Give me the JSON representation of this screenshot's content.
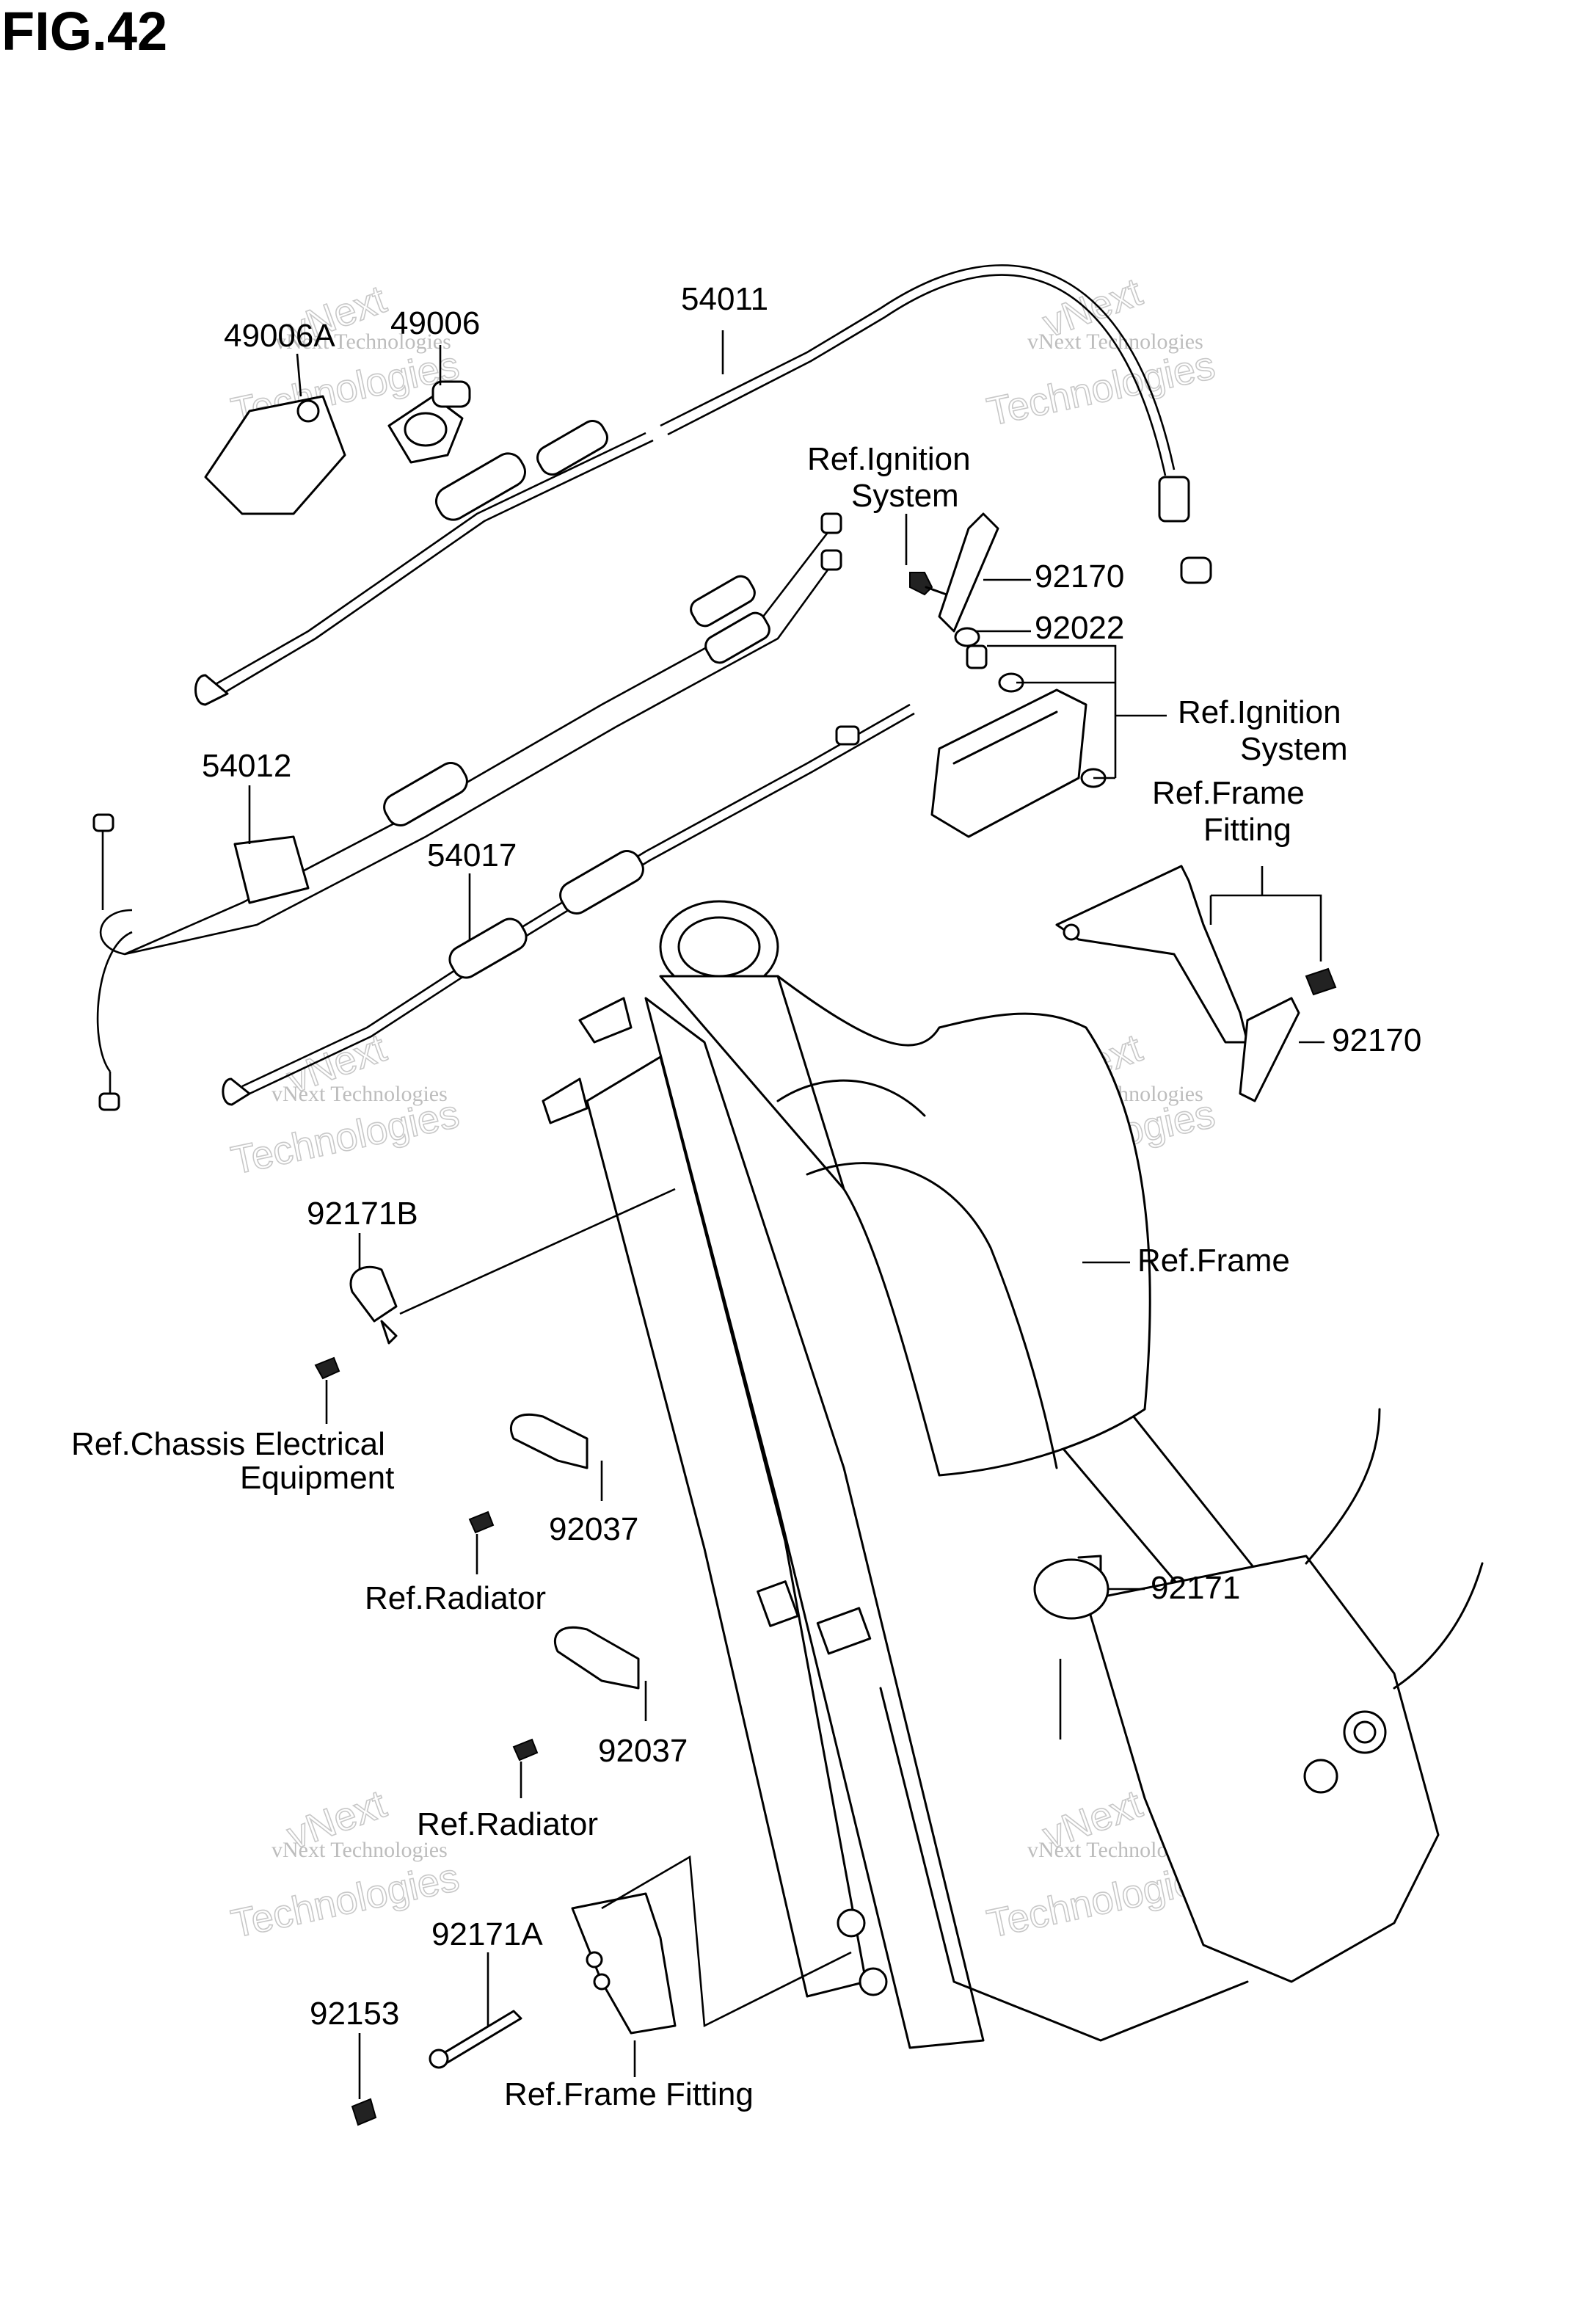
{
  "figure_title": "FIG.42",
  "labels": {
    "p49006A": "49006A",
    "p49006": "49006",
    "p54011": "54011",
    "p54012": "54012",
    "p54017": "54017",
    "p92170_top": "92170",
    "p92022": "92022",
    "p92170_right": "92170",
    "p92171B": "92171B",
    "p92037_a": "92037",
    "p92037_b": "92037",
    "p92171": "92171",
    "p92171A": "92171A",
    "p92153": "92153",
    "ref_ignition_1_l1": "Ref.Ignition",
    "ref_ignition_1_l2": "System",
    "ref_ignition_2_l1": "Ref.Ignition",
    "ref_ignition_2_l2": "System",
    "ref_frame_fitting_l1": "Ref.Frame",
    "ref_frame_fitting_l2": "Fitting",
    "ref_frame": "Ref.Frame",
    "ref_chassis_l1": "Ref.Chassis Electrical",
    "ref_chassis_l2": "Equipment",
    "ref_radiator_a": "Ref.Radiator",
    "ref_radiator_b": "Ref.Radiator",
    "ref_frame_fitting_bottom": "Ref.Frame Fitting"
  },
  "watermark": {
    "small": "vNext Technologies",
    "big_top": "vNext",
    "big_bottom": "Technologies"
  },
  "colors": {
    "line": "#000000",
    "background": "#ffffff",
    "watermark": "#bdbdbd"
  }
}
